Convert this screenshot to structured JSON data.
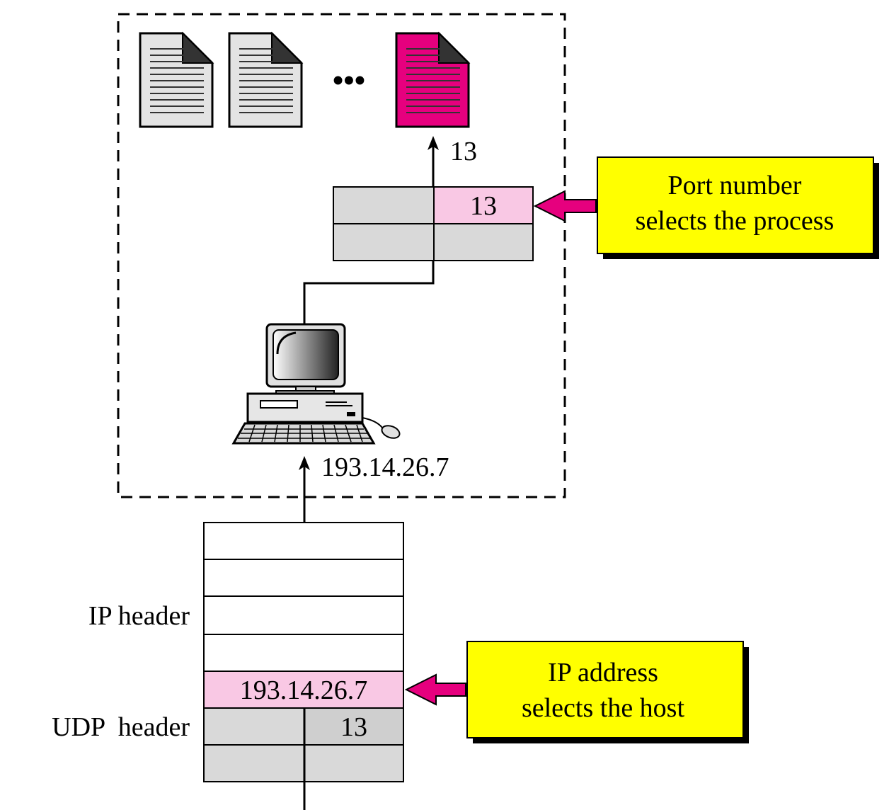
{
  "host_box": {
    "ip_label": "193.14.26.7",
    "process_port_label": "13",
    "ellipsis": "•••"
  },
  "port_table": {
    "port_value": "13"
  },
  "packet": {
    "ip_header_label": "IP header",
    "udp_header_label": "UDP  header",
    "dest_ip_value": "193.14.26.7",
    "dest_port_value": "13"
  },
  "callouts": {
    "port": {
      "line1": "Port number",
      "line2": "selects the process"
    },
    "ip": {
      "line1": "IP address",
      "line2": "selects the host"
    }
  },
  "colors": {
    "selected_process": "#e6007e",
    "highlight_pink": "#f9c8e4",
    "arrow_magenta": "#e6007e",
    "callout_yellow": "#ffff00",
    "table_gray": "#d9d9d9",
    "doc_gray": "#e3e3e3"
  },
  "icons": {
    "process_docs": [
      "document-icon",
      "document-icon",
      "document-icon"
    ],
    "host": "computer-icon"
  }
}
